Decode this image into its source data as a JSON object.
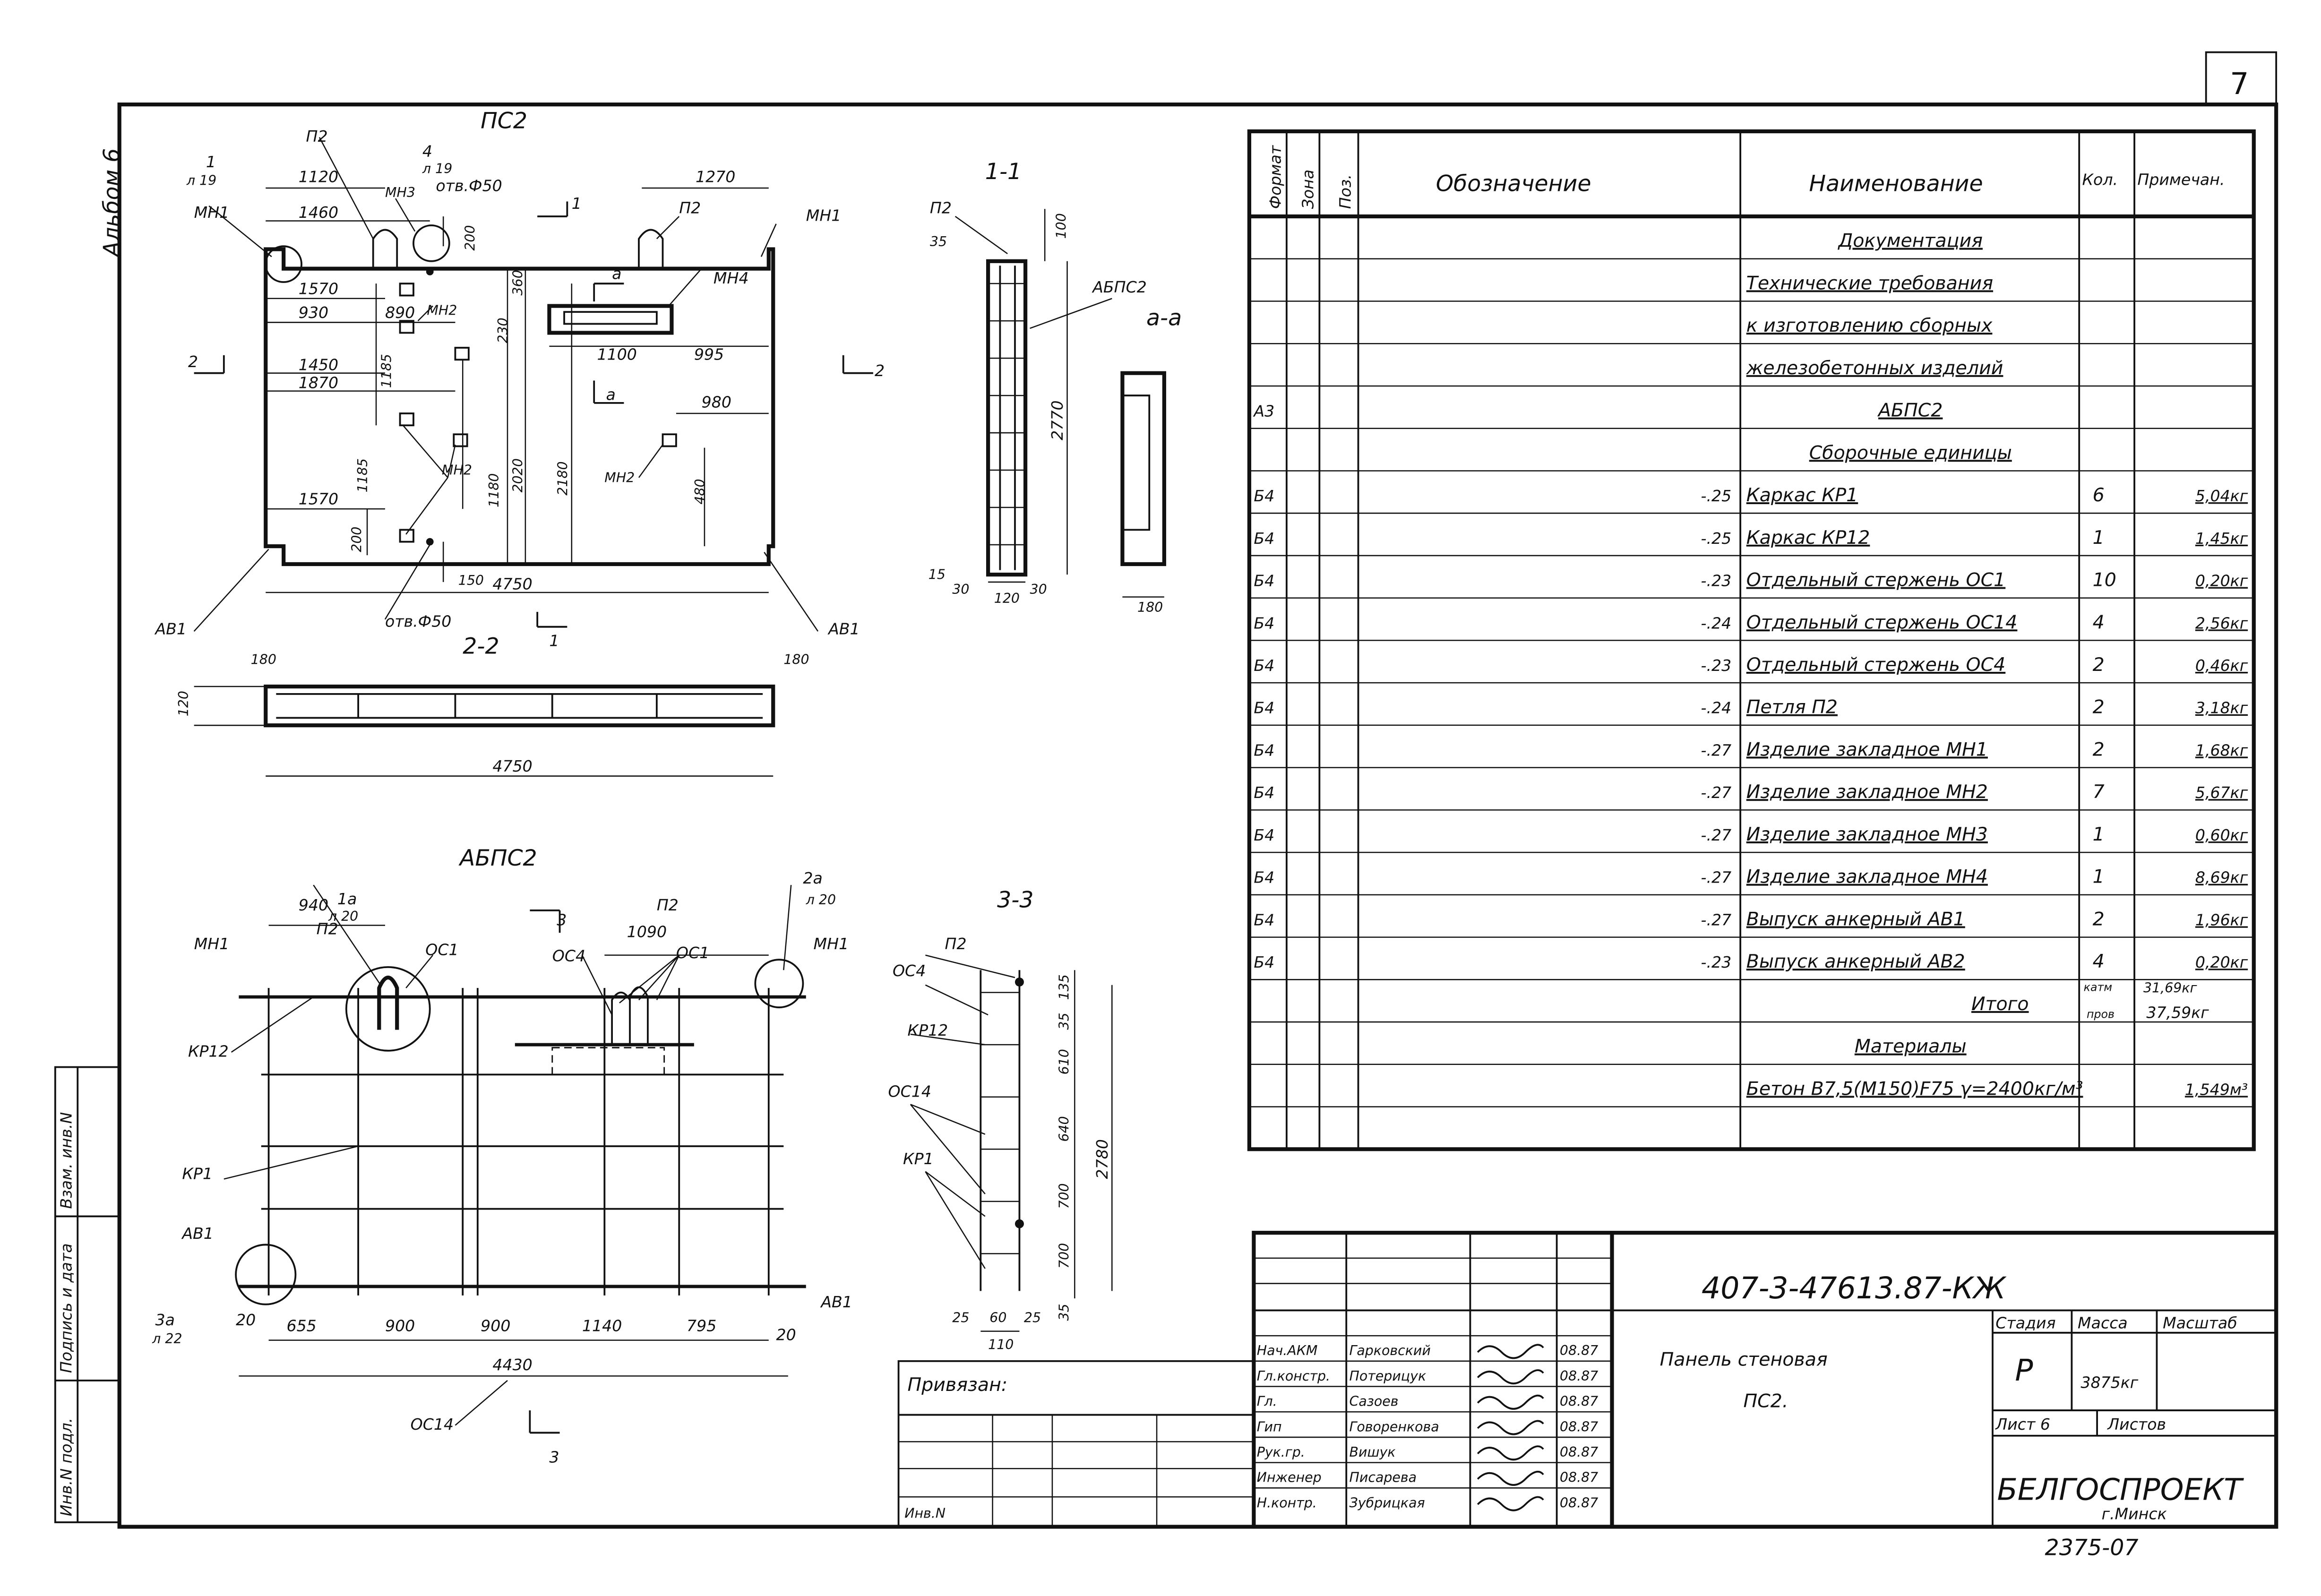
{
  "sheet": {
    "page_number": "7",
    "album": "Альбом 6",
    "code": "407-3-47613.87-КЖ",
    "title_line1": "Панель стеновая",
    "title_line2": "ПС2.",
    "stage_label": "Стадия",
    "mass_label": "Масса",
    "scale_label": "Масштаб",
    "stage": "Р",
    "mass": "3875кг",
    "sheet_label": "Лист 6",
    "sheets_label": "Листов",
    "organization": "БЕЛГОСПРОЕКТ",
    "city": "г.Минск",
    "bottom_number": "2375-07",
    "privyazan": "Привязан:",
    "inv_n": "Инв.N"
  },
  "side_stamps": [
    "Инв.N подл.",
    "Подпись и дата",
    "Взам. инв.N"
  ],
  "signatures": [
    {
      "role": "Нач.АКМ",
      "name": "Гарковский",
      "date": "08.87"
    },
    {
      "role": "Гл.констр.",
      "name": "Потерицук",
      "date": "08.87"
    },
    {
      "role": "Гл.",
      "name": "Сазоев",
      "date": "08.87"
    },
    {
      "role": "Гип",
      "name": "Говоренкова",
      "date": "08.87"
    },
    {
      "role": "Рук.гр.",
      "name": "Вишук",
      "date": "08.87"
    },
    {
      "role": "Инженер",
      "name": "Писарева",
      "date": "08.87"
    },
    {
      "role": "Н.контр.",
      "name": "Зубрицкая",
      "date": "08.87"
    }
  ],
  "spec": {
    "headers": {
      "format": "Формат",
      "zone": "Зона",
      "pos": "Поз.",
      "designation": "Обозначение",
      "name": "Наименование",
      "qty": "Кол.",
      "note": "Примечан."
    },
    "rows": [
      {
        "format": "",
        "designation": "",
        "name": "Документация",
        "qty": "",
        "note": "",
        "style": "section"
      },
      {
        "format": "",
        "designation": "",
        "name": "Технические требования",
        "qty": "",
        "note": "",
        "style": "text"
      },
      {
        "format": "",
        "designation": "",
        "name": "к изготовлению сборных",
        "qty": "",
        "note": "",
        "style": "text"
      },
      {
        "format": "",
        "designation": "",
        "name": "железобетонных изделий",
        "qty": "",
        "note": "",
        "style": "text"
      },
      {
        "format": "А3",
        "designation": "",
        "name": "АБПС2",
        "qty": "",
        "note": "",
        "style": "center"
      },
      {
        "format": "",
        "designation": "",
        "name": "Сборочные единицы",
        "qty": "",
        "note": "",
        "style": "section"
      },
      {
        "format": "Б4",
        "designation": "-.25",
        "name": "Каркас КР1",
        "qty": "6",
        "note": "5,04кг",
        "style": "item"
      },
      {
        "format": "Б4",
        "designation": "-.25",
        "name": "Каркас КР12",
        "qty": "1",
        "note": "1,45кг",
        "style": "item"
      },
      {
        "format": "Б4",
        "designation": "-.23",
        "name": "Отдельный стержень ОС1",
        "qty": "10",
        "note": "0,20кг",
        "style": "item"
      },
      {
        "format": "Б4",
        "designation": "-.24",
        "name": "Отдельный стержень ОС14",
        "qty": "4",
        "note": "2,56кг",
        "style": "item"
      },
      {
        "format": "Б4",
        "designation": "-.23",
        "name": "Отдельный стержень ОС4",
        "qty": "2",
        "note": "0,46кг",
        "style": "item"
      },
      {
        "format": "Б4",
        "designation": "-.24",
        "name": "Петля П2",
        "qty": "2",
        "note": "3,18кг",
        "style": "item"
      },
      {
        "format": "Б4",
        "designation": "-.27",
        "name": "Изделие закладное МН1",
        "qty": "2",
        "note": "1,68кг",
        "style": "item"
      },
      {
        "format": "Б4",
        "designation": "-.27",
        "name": "Изделие закладное МН2",
        "qty": "7",
        "note": "5,67кг",
        "style": "item"
      },
      {
        "format": "Б4",
        "designation": "-.27",
        "name": "Изделие закладное МН3",
        "qty": "1",
        "note": "0,60кг",
        "style": "item"
      },
      {
        "format": "Б4",
        "designation": "-.27",
        "name": "Изделие закладное МН4",
        "qty": "1",
        "note": "8,69кг",
        "style": "item"
      },
      {
        "format": "Б4",
        "designation": "-.27",
        "name": "Выпуск анкерный АВ1",
        "qty": "2",
        "note": "1,96кг",
        "style": "item"
      },
      {
        "format": "Б4",
        "designation": "-.23",
        "name": "Выпуск анкерный АВ2",
        "qty": "4",
        "note": "0,20кг",
        "style": "item"
      },
      {
        "format": "",
        "designation": "",
        "name": "Итого",
        "qty": "",
        "note": "",
        "style": "total"
      },
      {
        "format": "",
        "designation": "",
        "name": "Материалы",
        "qty": "",
        "note": "",
        "style": "section"
      },
      {
        "format": "",
        "designation": "",
        "name": "Бетон В7,5(М150)F75 γ=2400кг/м³",
        "qty": "",
        "note": "1,549м³",
        "style": "item"
      },
      {
        "format": "",
        "designation": "",
        "name": "",
        "qty": "",
        "note": "",
        "style": "blank"
      }
    ],
    "totals": {
      "kgm": "катм",
      "prov": "пров",
      "kgm_val": "31,69кг",
      "prov_val": "37,59кг"
    }
  },
  "views": {
    "ps2": "ПС2",
    "s11": "1-1",
    "saa": "а-а",
    "s22": "2-2",
    "abps2": "АБПС2",
    "s33": "3-3"
  },
  "ps2_labels": {
    "p2a": "П2",
    "p2b": "П2",
    "mn3": "МН3",
    "mn1a": "МН1",
    "mn1b": "МН1",
    "mn4": "МН4",
    "mn2a": "МН2",
    "mn2b": "МН2",
    "mn2c": "МН2",
    "ab1a": "АВ1",
    "ab1b": "АВ1",
    "l19a": "л 19",
    "l19b": "л 19",
    "n1": "1",
    "n4": "4",
    "otv1": "отв.Ф50",
    "otv2": "отв.Ф50",
    "a_top": "а",
    "a_bot": "а",
    "c2a": "2",
    "c2b": "2",
    "c1a": "1",
    "c1b": "1",
    "d1120": "1120",
    "d1460": "1460",
    "d200": "200",
    "d1270": "1270",
    "d1570a": "1570",
    "d930": "930",
    "d890": "890",
    "d230": "230",
    "d360": "360",
    "d1450": "1450",
    "d1870": "1870",
    "d1185a": "1185",
    "d1100": "1100",
    "d995": "995",
    "d980": "980",
    "d1185b": "1185",
    "d1180": "1180",
    "d2020": "2020",
    "d2180": "2180",
    "d480": "480",
    "d1570b": "1570",
    "d200b": "200",
    "d150": "150",
    "d4750": "4750"
  },
  "s11_labels": {
    "p2": "П2",
    "abps2": "АБПС2",
    "d35a": "35",
    "d100": "100",
    "d2770": "2770",
    "d15": "15",
    "d30a": "30",
    "d120": "120",
    "d30b": "30"
  },
  "saa_labels": {
    "d180": "180"
  },
  "s22_labels": {
    "d180a": "180",
    "d180b": "180",
    "d120": "120",
    "d4750": "4750"
  },
  "abps2_labels": {
    "n1a": "1а",
    "l20a": "л 20",
    "n2a": "2а",
    "l20b": "л 20",
    "d940": "940",
    "p2a": "П2",
    "p2b": "П2",
    "oc1a": "ОС1",
    "oc1b": "ОС1",
    "oc4": "ОС4",
    "d1090": "1090",
    "n3top": "3",
    "n3bot": "3",
    "mn1a": "МН1",
    "mn1b": "МН1",
    "kr12": "КР12",
    "kr1": "КР1",
    "ab1a": "АВ1",
    "ab1b": "АВ1",
    "n3a": "3а",
    "l22": "л 22",
    "d20a": "20",
    "d655": "655",
    "d900a": "900",
    "d900b": "900",
    "d1140": "1140",
    "d795": "795",
    "d20b": "20",
    "d4430": "4430",
    "oc14": "ОС14"
  },
  "s33_labels": {
    "p2": "П2",
    "oc4": "ОС4",
    "kr12": "КР12",
    "oc14": "ОС14",
    "kr1": "КР1",
    "d135": "135",
    "d35a": "35",
    "d610": "610",
    "d640": "640",
    "d700a": "700",
    "d700b": "700",
    "d35b": "35",
    "d2780": "2780",
    "d25": "25",
    "d60": "60",
    "d25b": "25",
    "d110": "110"
  }
}
